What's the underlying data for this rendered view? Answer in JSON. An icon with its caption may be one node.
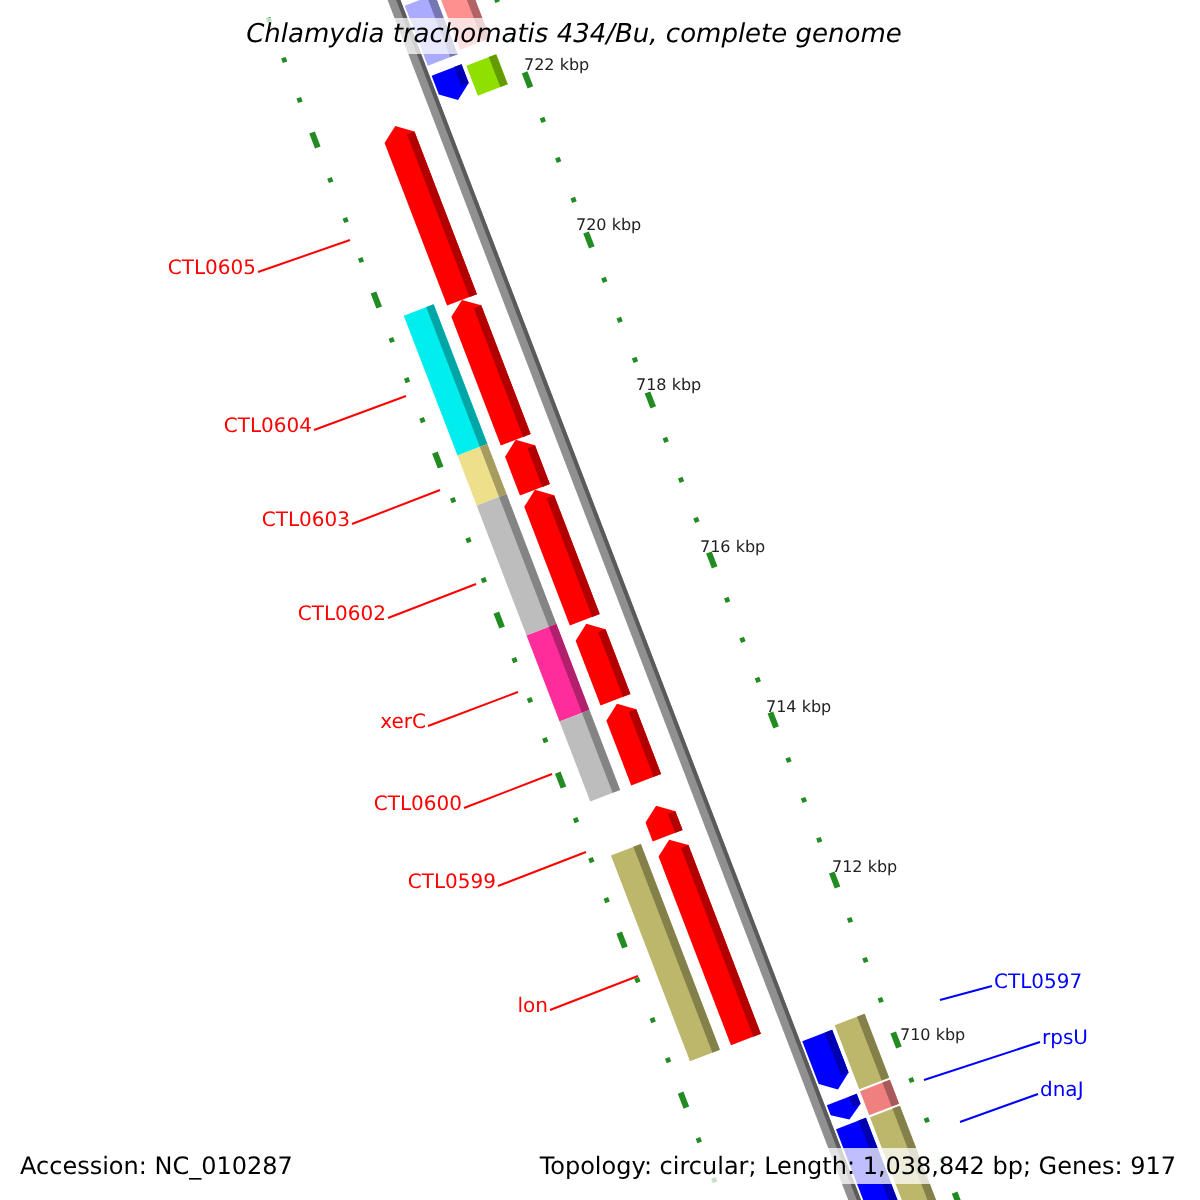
{
  "diagram": {
    "title": "Chlamydia trachomatis 434/Bu, complete genome",
    "nodes": [
      {
        "text": [
          "CTL0605"
        ]
      },
      {
        "text": [
          "CTL0604"
        ]
      },
      {
        "text": [
          "CTL0603"
        ]
      },
      {
        "text": [
          "CTL0602"
        ]
      },
      {
        "text": [
          "xerC"
        ]
      },
      {
        "text": [
          "CTL0600"
        ]
      },
      {
        "text": [
          "CTL0599"
        ]
      },
      {
        "text": [
          "lon"
        ]
      },
      {
        "text": [
          "CTL0597"
        ]
      },
      {
        "text": [
          "rpsU"
        ]
      },
      {
        "text": [
          "dnaJ"
        ]
      }
    ],
    "edges": [
      {
        "from": 0,
        "to": null,
        "arrow": "none"
      },
      {
        "from": 1,
        "to": null,
        "arrow": "none"
      },
      {
        "from": 2,
        "to": null,
        "arrow": "none"
      },
      {
        "from": 3,
        "to": null,
        "arrow": "none"
      },
      {
        "from": 4,
        "to": null,
        "arrow": "none"
      },
      {
        "from": 5,
        "to": null,
        "arrow": "none"
      },
      {
        "from": 6,
        "to": null,
        "arrow": "none"
      },
      {
        "from": 7,
        "to": null,
        "arrow": "none"
      },
      {
        "from": 8,
        "to": null,
        "arrow": "none",
        "color": "#0000ff"
      },
      {
        "from": 9,
        "to": null,
        "arrow": "none",
        "color": "#0000ff"
      },
      {
        "from": 10,
        "to": null,
        "arrow": "none",
        "color": "#0000ff"
      }
    ],
    "labels": [
      "722 kbp",
      "720 kbp",
      "718 kbp",
      "716 kbp",
      "714 kbp",
      "712 kbp",
      "710 kbp",
      "Accession: NC_010287",
      "Topology: circular; Length: 1,038,842 bp; Genes: 917"
    ]
  }
}
